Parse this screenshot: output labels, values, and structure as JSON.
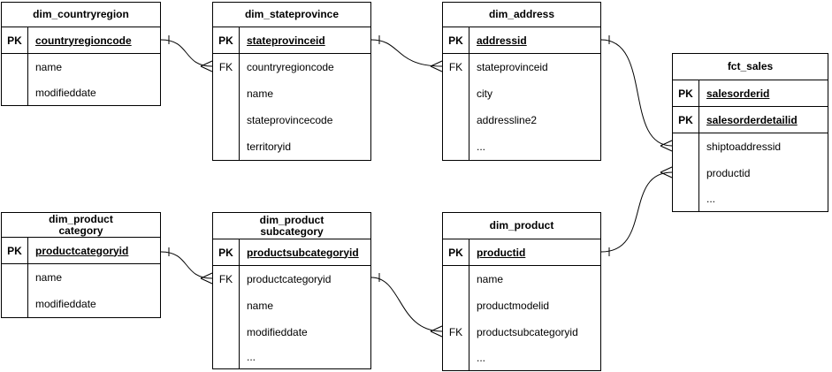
{
  "diagram_type": "entity-relationship",
  "colors": {
    "line": "#000000",
    "background": "#ffffff",
    "text": "#000000"
  },
  "entities": [
    {
      "title": "dim_countryregion",
      "rows": [
        {
          "key": "PK",
          "field": "countryregioncode"
        },
        {
          "key": "",
          "field": "name"
        },
        {
          "key": "",
          "field": "modifieddate"
        }
      ]
    },
    {
      "title": "dim_stateprovince",
      "rows": [
        {
          "key": "PK",
          "field": "stateprovinceid"
        },
        {
          "key": "FK",
          "field": "countryregioncode"
        },
        {
          "key": "",
          "field": "name"
        },
        {
          "key": "",
          "field": "stateprovincecode"
        },
        {
          "key": "",
          "field": "territoryid"
        }
      ]
    },
    {
      "title": "dim_address",
      "rows": [
        {
          "key": "PK",
          "field": "addressid"
        },
        {
          "key": "FK",
          "field": "stateprovinceid"
        },
        {
          "key": "",
          "field": "city"
        },
        {
          "key": "",
          "field": "addressline2"
        },
        {
          "key": "",
          "field": "..."
        }
      ]
    },
    {
      "title": "fct_sales",
      "rows": [
        {
          "key": "PK",
          "field": "salesorderid"
        },
        {
          "key": "PK",
          "field": "salesorderdetailid"
        },
        {
          "key": "",
          "field": "shiptoaddressid"
        },
        {
          "key": "",
          "field": "productid"
        },
        {
          "key": "",
          "field": "..."
        }
      ]
    },
    {
      "title": "dim_product\ncategory",
      "rows": [
        {
          "key": "PK",
          "field": "productcategoryid"
        },
        {
          "key": "",
          "field": "name"
        },
        {
          "key": "",
          "field": "modifieddate"
        }
      ]
    },
    {
      "title": "dim_product\nsubcategory",
      "rows": [
        {
          "key": "PK",
          "field": "productsubcategoryid"
        },
        {
          "key": "FK",
          "field": "productcategoryid"
        },
        {
          "key": "",
          "field": "name"
        },
        {
          "key": "",
          "field": "modifieddate"
        },
        {
          "key": "",
          "field": "..."
        }
      ]
    },
    {
      "title": "dim_product",
      "rows": [
        {
          "key": "PK",
          "field": "productid"
        },
        {
          "key": "",
          "field": "name"
        },
        {
          "key": "",
          "field": "productmodelid"
        },
        {
          "key": "FK",
          "field": "productsubcategoryid"
        },
        {
          "key": "",
          "field": "..."
        }
      ]
    }
  ],
  "relationships": [
    {
      "from": "dim_countryregion.countryregioncode",
      "to": "dim_stateprovince.countryregioncode",
      "cardinality": "one-to-many"
    },
    {
      "from": "dim_stateprovince.stateprovinceid",
      "to": "dim_address.stateprovinceid",
      "cardinality": "one-to-many"
    },
    {
      "from": "dim_address.addressid",
      "to": "fct_sales.shiptoaddressid",
      "cardinality": "one-to-many"
    },
    {
      "from": "dim_product.productid",
      "to": "fct_sales.productid",
      "cardinality": "one-to-many"
    },
    {
      "from": "dim_product category.productcategoryid",
      "to": "dim_product subcategory.productcategoryid",
      "cardinality": "one-to-many"
    },
    {
      "from": "dim_product subcategory.productsubcategoryid",
      "to": "dim_product.productsubcategoryid",
      "cardinality": "one-to-many"
    }
  ]
}
